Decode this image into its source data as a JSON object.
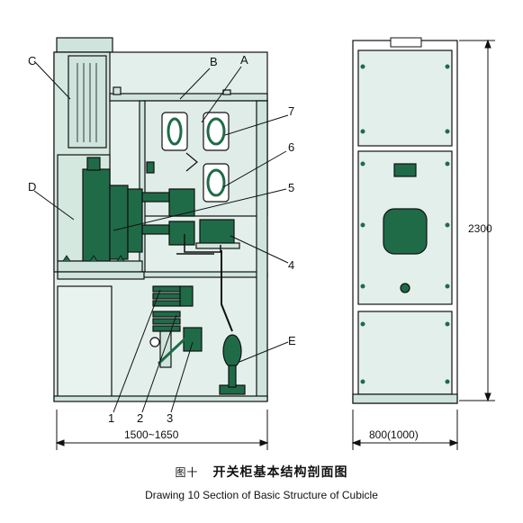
{
  "labels": {
    "A": "A",
    "B": "B",
    "C": "C",
    "D": "D",
    "E": "E",
    "n1": "1",
    "n2": "2",
    "n3": "3",
    "n4": "4",
    "n5": "5",
    "n6": "6",
    "n7": "7"
  },
  "dimensions": {
    "depth": "1500~1650",
    "width": "800(1000)",
    "height": "2300"
  },
  "caption": {
    "figure": "图十",
    "title_cn": "开关柜基本结构剖面图",
    "title_en": "Drawing 10 Section of Basic Structure of Cubicle"
  },
  "colors": {
    "panel_green": "#cfe4dc",
    "panel_light": "#e3efea",
    "dark_green": "#1f6b48",
    "line": "#111111"
  }
}
